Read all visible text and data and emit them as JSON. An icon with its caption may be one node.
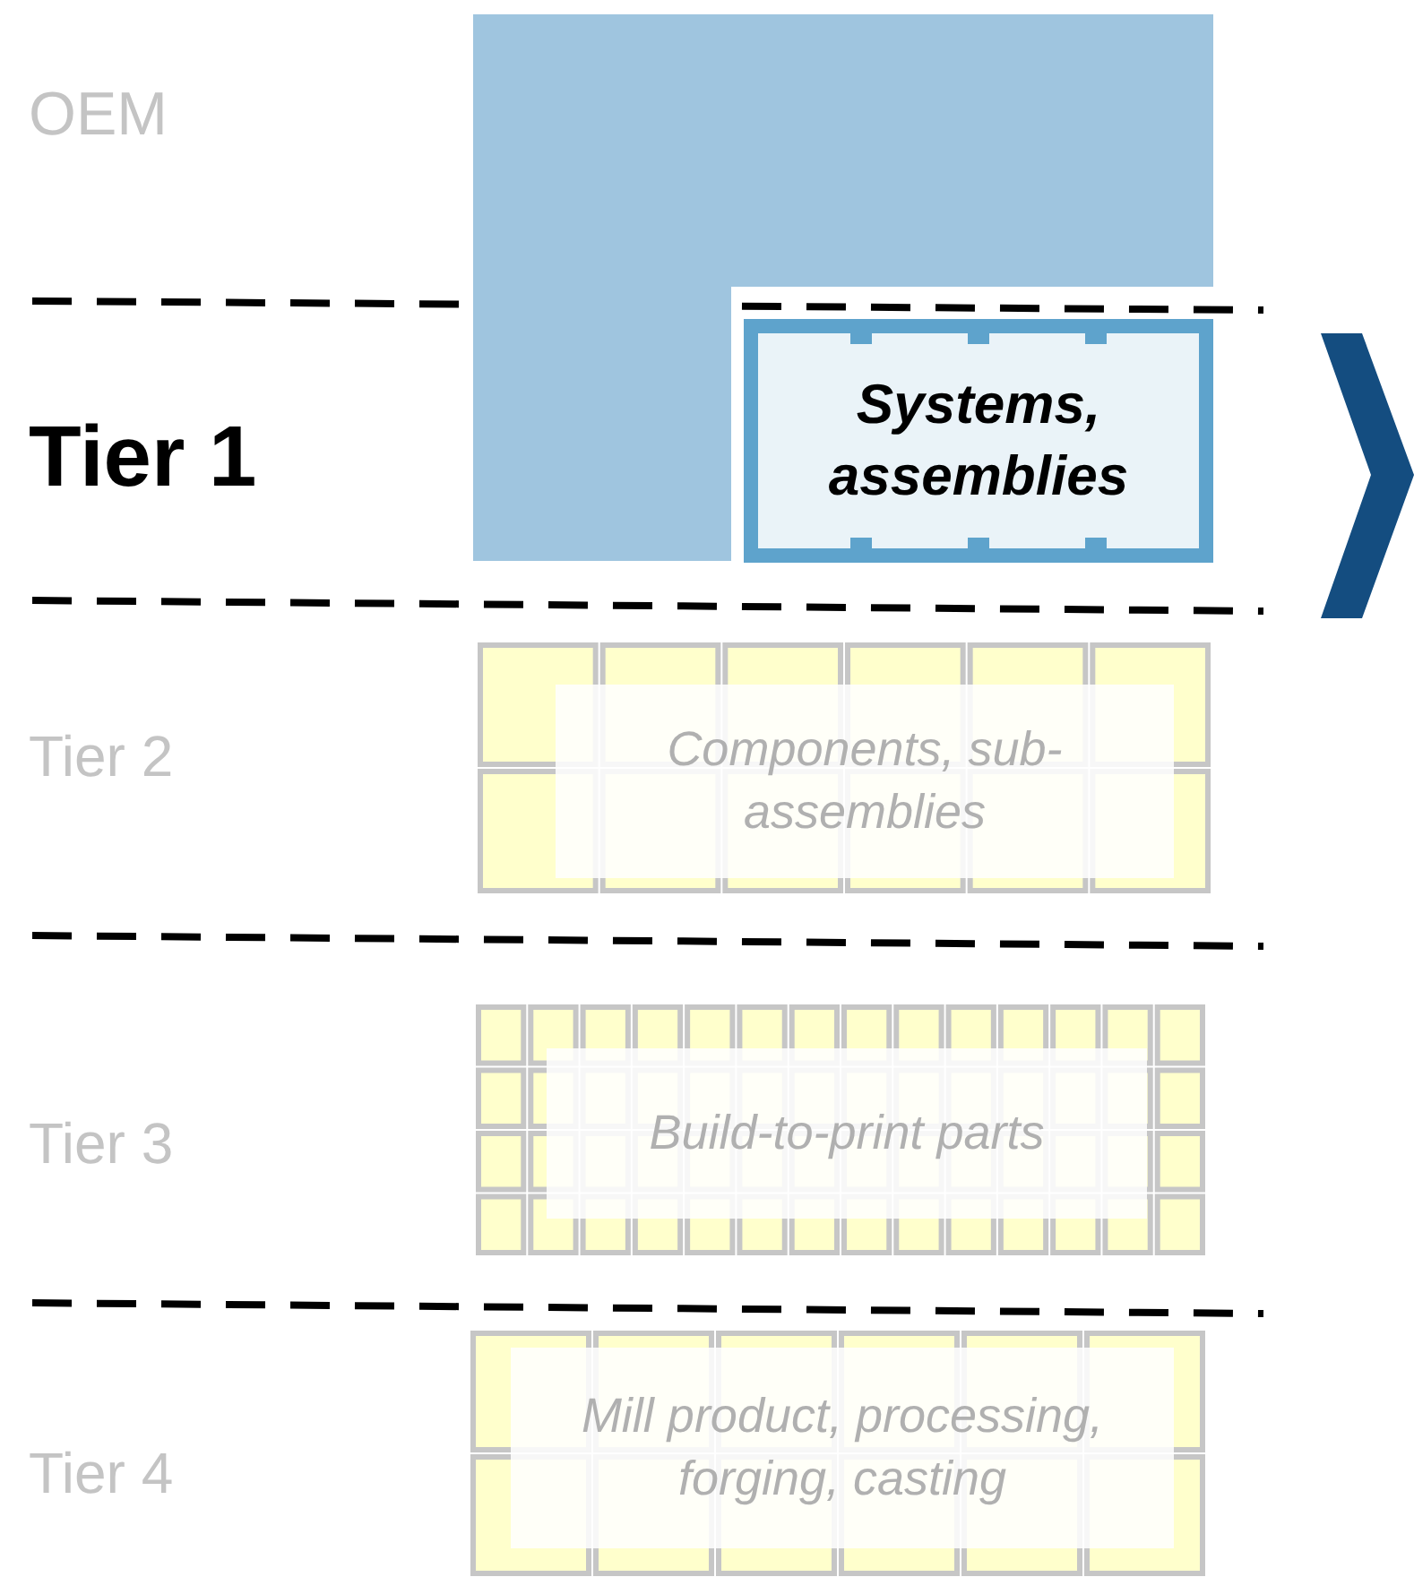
{
  "diagram": {
    "nodes": [
      {
        "text": [],
        "shape": "box"
      },
      {
        "text": [
          "Systems, assemblies"
        ]
      },
      {
        "text": [
          "Components, sub-assemblies"
        ]
      },
      {
        "text": [
          "Build-to-print parts"
        ]
      },
      {
        "text": [
          "Mill product, processing, forging, casting"
        ]
      },
      {
        "text": [],
        "shape": "chevron"
      }
    ],
    "labels": [
      "OEM",
      "Tier 1",
      "Tier 2",
      "Tier 3",
      "Tier 4"
    ]
  }
}
